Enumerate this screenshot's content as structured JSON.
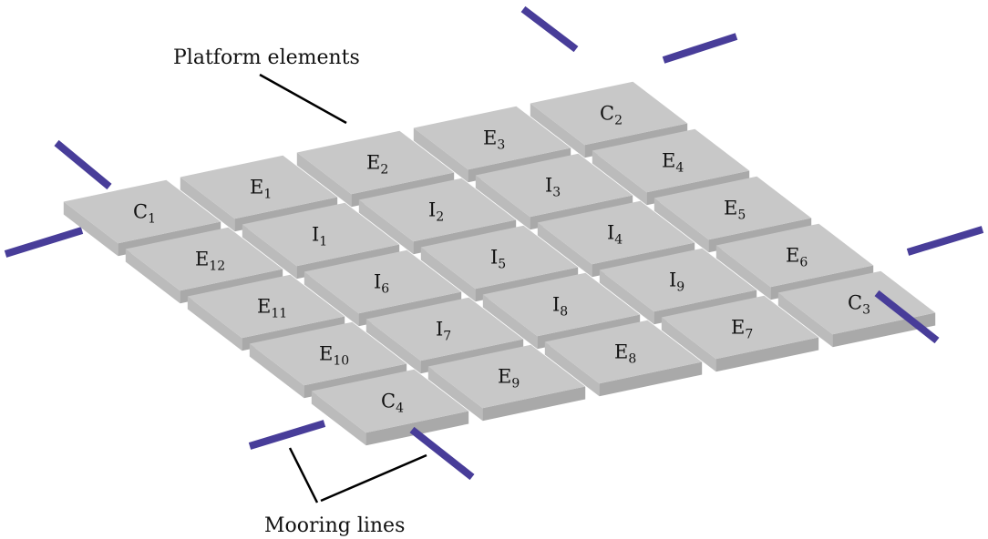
{
  "annotations": {
    "platform_elements": "Platform elements",
    "mooring_lines": "Mooring lines"
  },
  "colors": {
    "module_top": "#c8c8c8",
    "module_side": "#a9a9a9",
    "mooring": "#483d99"
  },
  "grid": {
    "rows": [
      [
        {
          "base": "C",
          "sub": "1"
        },
        {
          "base": "E",
          "sub": "1"
        },
        {
          "base": "E",
          "sub": "2"
        },
        {
          "base": "E",
          "sub": "3"
        },
        {
          "base": "C",
          "sub": "2"
        }
      ],
      [
        {
          "base": "E",
          "sub": "12"
        },
        {
          "base": "I",
          "sub": "1"
        },
        {
          "base": "I",
          "sub": "2"
        },
        {
          "base": "I",
          "sub": "3"
        },
        {
          "base": "E",
          "sub": "4"
        }
      ],
      [
        {
          "base": "E",
          "sub": "11"
        },
        {
          "base": "I",
          "sub": "6"
        },
        {
          "base": "I",
          "sub": "5"
        },
        {
          "base": "I",
          "sub": "4"
        },
        {
          "base": "E",
          "sub": "5"
        }
      ],
      [
        {
          "base": "E",
          "sub": "10"
        },
        {
          "base": "I",
          "sub": "7"
        },
        {
          "base": "I",
          "sub": "8"
        },
        {
          "base": "I",
          "sub": "9"
        },
        {
          "base": "E",
          "sub": "6"
        }
      ],
      [
        {
          "base": "C",
          "sub": "4"
        },
        {
          "base": "E",
          "sub": "9"
        },
        {
          "base": "E",
          "sub": "8"
        },
        {
          "base": "E",
          "sub": "7"
        },
        {
          "base": "C",
          "sub": "3"
        }
      ]
    ]
  }
}
